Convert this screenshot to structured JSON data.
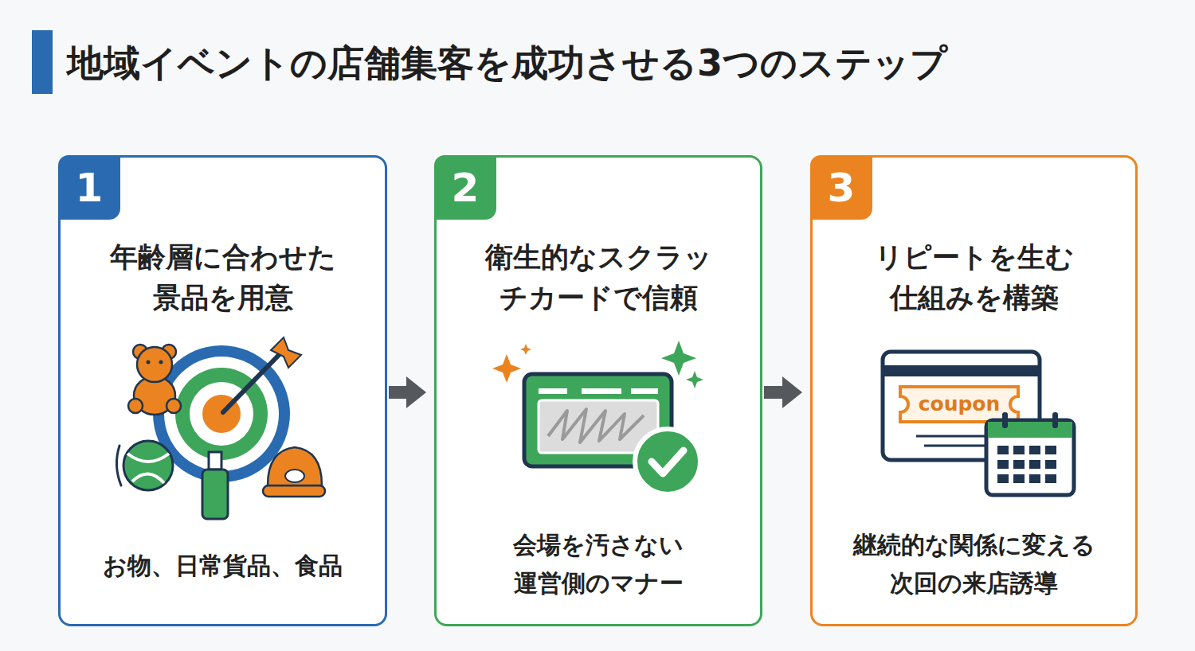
{
  "diagram": {
    "title": "地域イベントの店舗集客を成功させる3つのステップ",
    "nodes": [
      {
        "text": [
          "年齢層に合わせた 景品を用意",
          "お物、日常貨品、食品"
        ]
      },
      {
        "text": [
          "1"
        ],
        "in": 0
      },
      {
        "text": [
          "衛生的なスクラッ チカードで信頼",
          "会場を汚さない 運営側のマナー"
        ]
      },
      {
        "text": [
          "2"
        ],
        "in": 2
      },
      {
        "text": [
          "リピートを生む 仕組みを構築",
          "継続的な関係に変える 次回の来店誘導"
        ]
      },
      {
        "text": [
          "3"
        ],
        "in": 4
      }
    ],
    "edges": [
      {
        "from": 0,
        "to": 2,
        "arrow": "to"
      },
      {
        "from": 2,
        "to": 4,
        "arrow": "to"
      }
    ],
    "labels": [
      "coupon"
    ]
  }
}
